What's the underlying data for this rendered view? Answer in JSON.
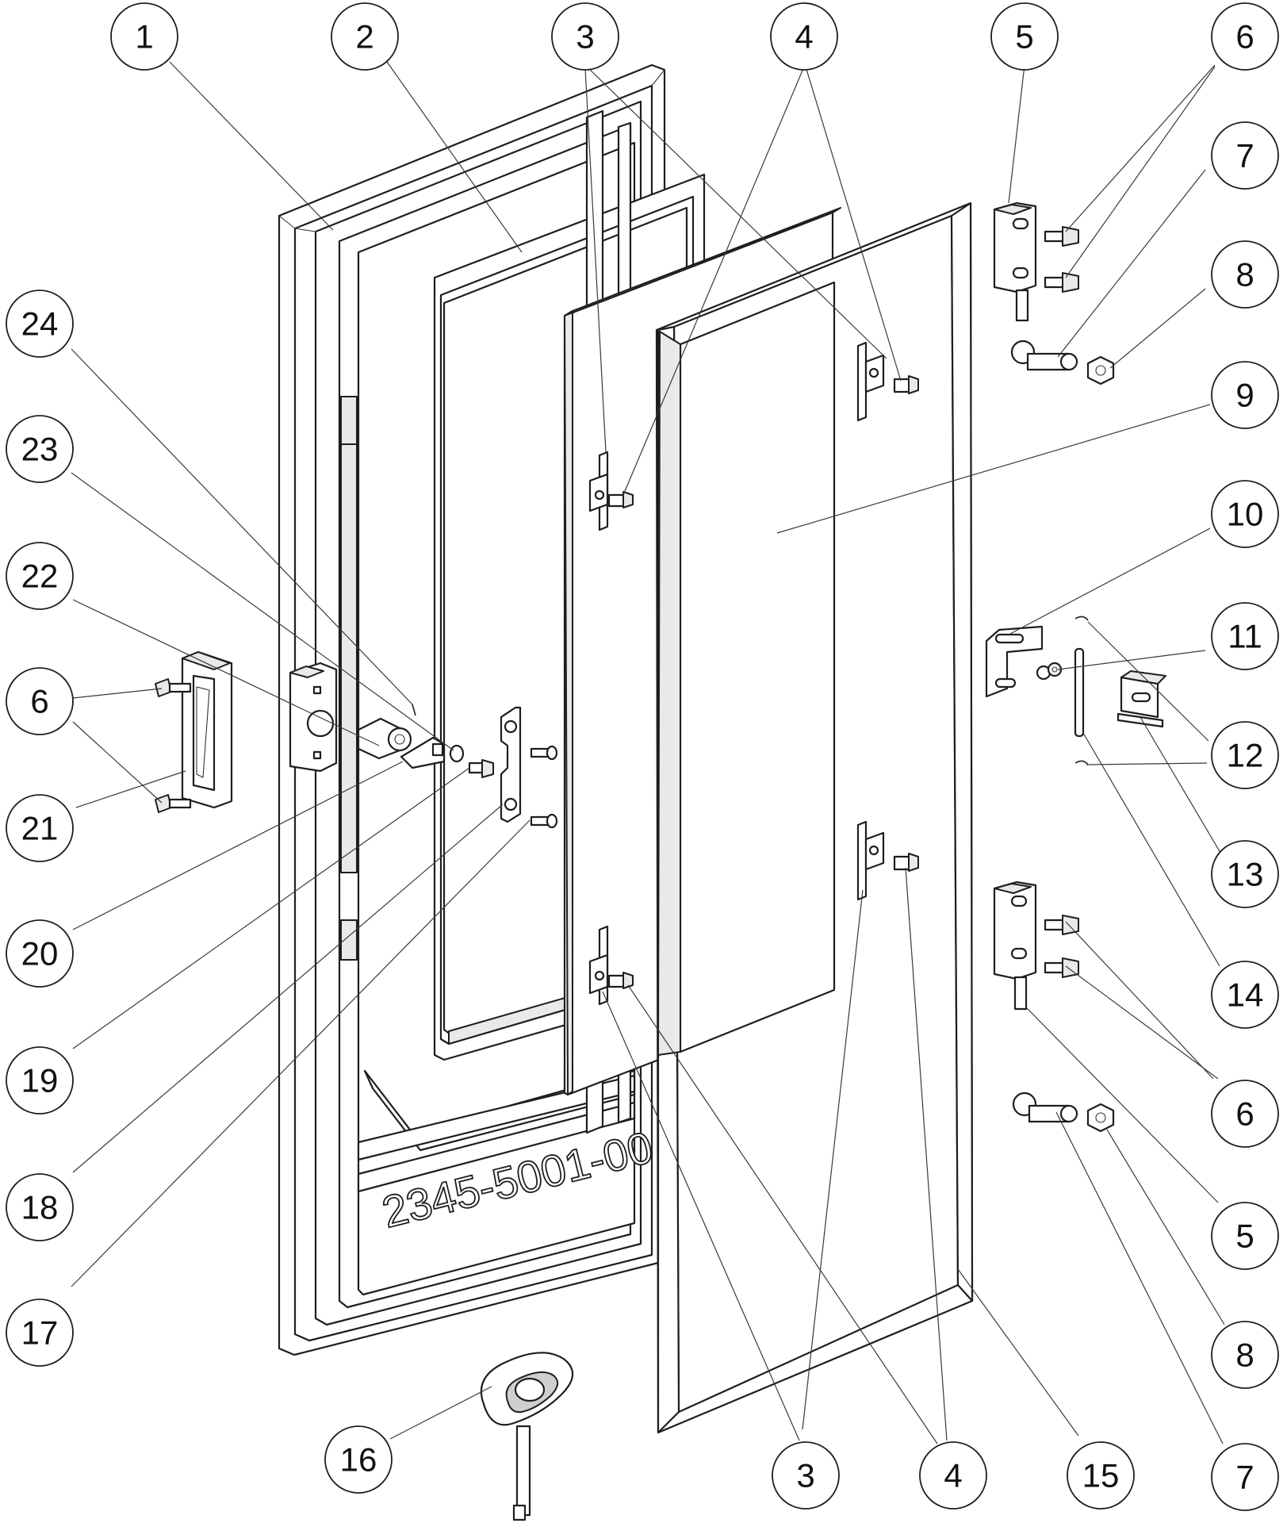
{
  "drawing": {
    "part_code": "2345-5001-00"
  },
  "callouts": [
    {
      "id": "c1",
      "label": "1"
    },
    {
      "id": "c2",
      "label": "2"
    },
    {
      "id": "c3a",
      "label": "3"
    },
    {
      "id": "c4a",
      "label": "4"
    },
    {
      "id": "c5a",
      "label": "5"
    },
    {
      "id": "c6a",
      "label": "6"
    },
    {
      "id": "c7a",
      "label": "7"
    },
    {
      "id": "c8a",
      "label": "8"
    },
    {
      "id": "c9",
      "label": "9"
    },
    {
      "id": "c10",
      "label": "10"
    },
    {
      "id": "c11",
      "label": "11"
    },
    {
      "id": "c12",
      "label": "12"
    },
    {
      "id": "c13",
      "label": "13"
    },
    {
      "id": "c14",
      "label": "14"
    },
    {
      "id": "c6b",
      "label": "6"
    },
    {
      "id": "c5b",
      "label": "5"
    },
    {
      "id": "c8b",
      "label": "8"
    },
    {
      "id": "c7b",
      "label": "7"
    },
    {
      "id": "c24",
      "label": "24"
    },
    {
      "id": "c23",
      "label": "23"
    },
    {
      "id": "c22",
      "label": "22"
    },
    {
      "id": "c6c",
      "label": "6"
    },
    {
      "id": "c21",
      "label": "21"
    },
    {
      "id": "c20",
      "label": "20"
    },
    {
      "id": "c19",
      "label": "19"
    },
    {
      "id": "c18",
      "label": "18"
    },
    {
      "id": "c17",
      "label": "17"
    },
    {
      "id": "c16",
      "label": "16"
    },
    {
      "id": "c3b",
      "label": "3"
    },
    {
      "id": "c4b",
      "label": "4"
    },
    {
      "id": "c15",
      "label": "15"
    }
  ]
}
